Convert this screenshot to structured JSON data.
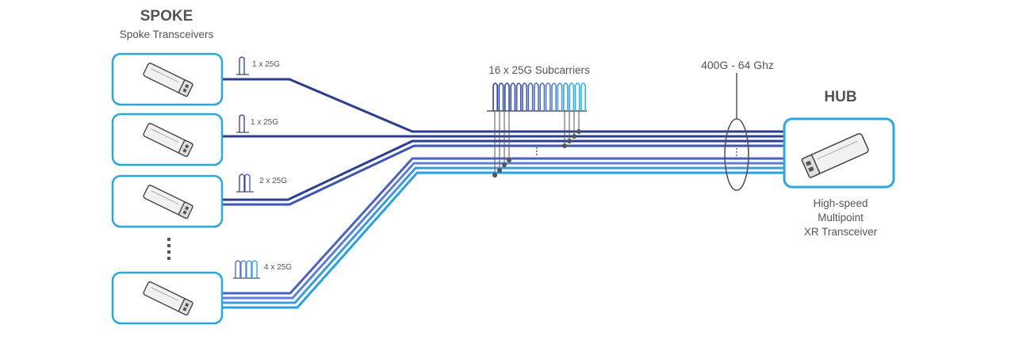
{
  "spoke": {
    "title": "SPOKE",
    "subtitle": "Spoke Transceivers"
  },
  "hub": {
    "title": "HUB",
    "description_lines": [
      "High-speed",
      "Multipoint",
      "XR Transceiver"
    ]
  },
  "labels": {
    "subcarriers": "16 x 25G Subcarriers",
    "bandwidth": "400G - 64 Ghz",
    "spoke_rates": [
      "1 x 25G",
      "1 x 25G",
      "2 x 25G",
      "4 x 25G"
    ]
  },
  "colors": {
    "box_border": "#29a7e0",
    "fiber_dark": "#2b3f8f",
    "fiber_mid": "#4a62c2",
    "fiber_light": "#2aa0e0",
    "text": "#555555"
  },
  "icons": {
    "transceiver": "sfp-module-icon",
    "ellipsis": "vertical-dots-icon"
  }
}
